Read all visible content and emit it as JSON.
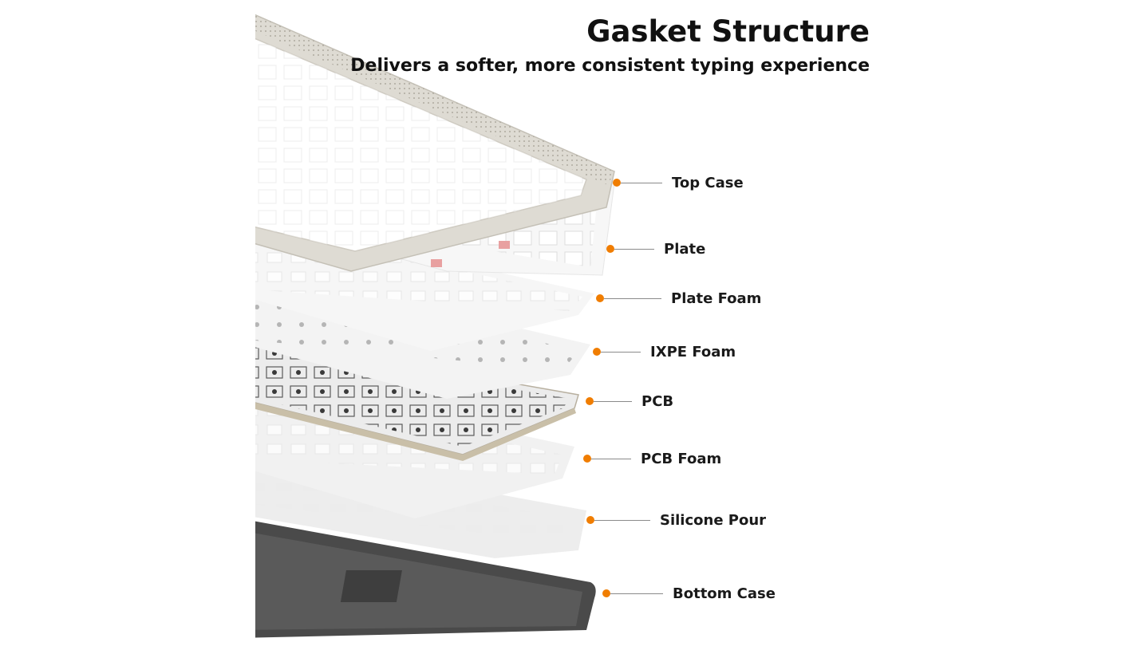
{
  "header": {
    "title": "Gasket Structure",
    "subtitle": "Delivers a softer, more consistent typing experience"
  },
  "accent_color": "#f07d00",
  "layers": [
    {
      "label": "Top Case"
    },
    {
      "label": "Plate"
    },
    {
      "label": "Plate Foam"
    },
    {
      "label": "IXPE Foam"
    },
    {
      "label": "PCB"
    },
    {
      "label": "PCB Foam"
    },
    {
      "label": "Silicone Pour"
    },
    {
      "label": "Bottom Case"
    }
  ]
}
